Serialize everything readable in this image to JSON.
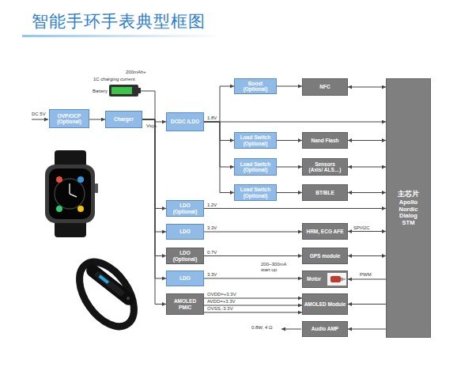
{
  "diagram": {
    "title": "智能手环手表典型框图",
    "nodes": [
      {
        "text": [
          "OVP/OCP",
          "(Optional)"
        ]
      },
      {
        "text": [
          "Charger"
        ]
      },
      {
        "text": [
          "DCDC /LDO"
        ]
      },
      {
        "text": [
          "Boost",
          "(Optional)"
        ]
      },
      {
        "text": [
          "NFC"
        ]
      },
      {
        "text": [
          "Load Switch",
          "(Optional)"
        ]
      },
      {
        "text": [
          "Nand Flash"
        ]
      },
      {
        "text": [
          "Load Switch",
          "(Optional)"
        ]
      },
      {
        "text": [
          "Sensors",
          "(Axis/ ALS…)"
        ]
      },
      {
        "text": [
          "Load Switch",
          "(Optional)"
        ]
      },
      {
        "text": [
          "BT/BLE"
        ]
      },
      {
        "text": [
          "主芯片",
          "Apollo Nordic Dialog STM"
        ]
      },
      {
        "text": [
          "LDO",
          "(Optional)"
        ]
      },
      {
        "text": [
          "LDO"
        ]
      },
      {
        "text": [
          "HRM, ECG AFE"
        ]
      },
      {
        "text": [
          "LDO",
          "(Optional)"
        ]
      },
      {
        "text": [
          "GPS module"
        ]
      },
      {
        "text": [
          "LDO"
        ]
      },
      {
        "text": [
          "Motor"
        ]
      },
      {
        "text": [
          "AMOLED PMIC"
        ]
      },
      {
        "text": [
          "AMOLED Module"
        ]
      },
      {
        "text": [
          "Audio AMP"
        ]
      }
    ],
    "edges": [
      {
        "from": 0,
        "to": 1,
        "arrow": "to"
      },
      {
        "from": 1,
        "to": 2,
        "arrow": "to",
        "label": "Vsys"
      },
      {
        "from": 1,
        "to": 12,
        "arrow": "to"
      },
      {
        "from": 1,
        "to": 13,
        "arrow": "to"
      },
      {
        "from": 1,
        "to": 15,
        "arrow": "to"
      },
      {
        "from": 1,
        "to": 17,
        "arrow": "to"
      },
      {
        "from": 1,
        "to": 19,
        "arrow": "to"
      },
      {
        "from": 2,
        "to": 11,
        "arrow": "to",
        "label": "1.8V"
      },
      {
        "from": 2,
        "to": 3,
        "arrow": "to"
      },
      {
        "from": 2,
        "to": 5,
        "arrow": "to"
      },
      {
        "from": 2,
        "to": 7,
        "arrow": "to"
      },
      {
        "from": 2,
        "to": 9,
        "arrow": "to"
      },
      {
        "from": 3,
        "to": 4,
        "arrow": "to"
      },
      {
        "from": 5,
        "to": 6,
        "arrow": "to"
      },
      {
        "from": 7,
        "to": 8,
        "arrow": "to"
      },
      {
        "from": 9,
        "to": 10,
        "arrow": "to"
      },
      {
        "from": 4,
        "to": 11,
        "arrow": "both"
      },
      {
        "from": 6,
        "to": 11,
        "arrow": "both"
      },
      {
        "from": 8,
        "to": 11,
        "arrow": "both"
      },
      {
        "from": 10,
        "to": 11,
        "arrow": "both"
      },
      {
        "from": 12,
        "to": 11,
        "arrow": "to",
        "label": "1.2V"
      },
      {
        "from": 13,
        "to": 14,
        "arrow": "to",
        "label": "3.3V"
      },
      {
        "from": 14,
        "to": 11,
        "arrow": "both",
        "label": "SPI/I2C"
      },
      {
        "from": 15,
        "to": 16,
        "arrow": "to",
        "label": "0.7V"
      },
      {
        "from": 16,
        "to": 11,
        "arrow": "both"
      },
      {
        "from": 17,
        "to": 18,
        "arrow": "to",
        "label": "3.3V"
      },
      {
        "from": 11,
        "to": 18,
        "arrow": "to",
        "label": "PWM"
      },
      {
        "from": 19,
        "to": 20,
        "arrow": "to",
        "label": "OVDD=+3.3V"
      },
      {
        "from": 19,
        "to": 20,
        "arrow": "to",
        "label": "AVDD=+3.3V"
      },
      {
        "from": 19,
        "to": 20,
        "arrow": "to",
        "label": "OVSS,-3.3V"
      },
      {
        "from": 11,
        "to": 20,
        "arrow": "to"
      },
      {
        "from": 11,
        "to": 21,
        "arrow": "to"
      }
    ],
    "labels": [
      "DC 5V",
      "200mAh+",
      "1C charging current",
      "Battery",
      "200~300mA start up",
      "0.8W, 4 Ω"
    ]
  }
}
